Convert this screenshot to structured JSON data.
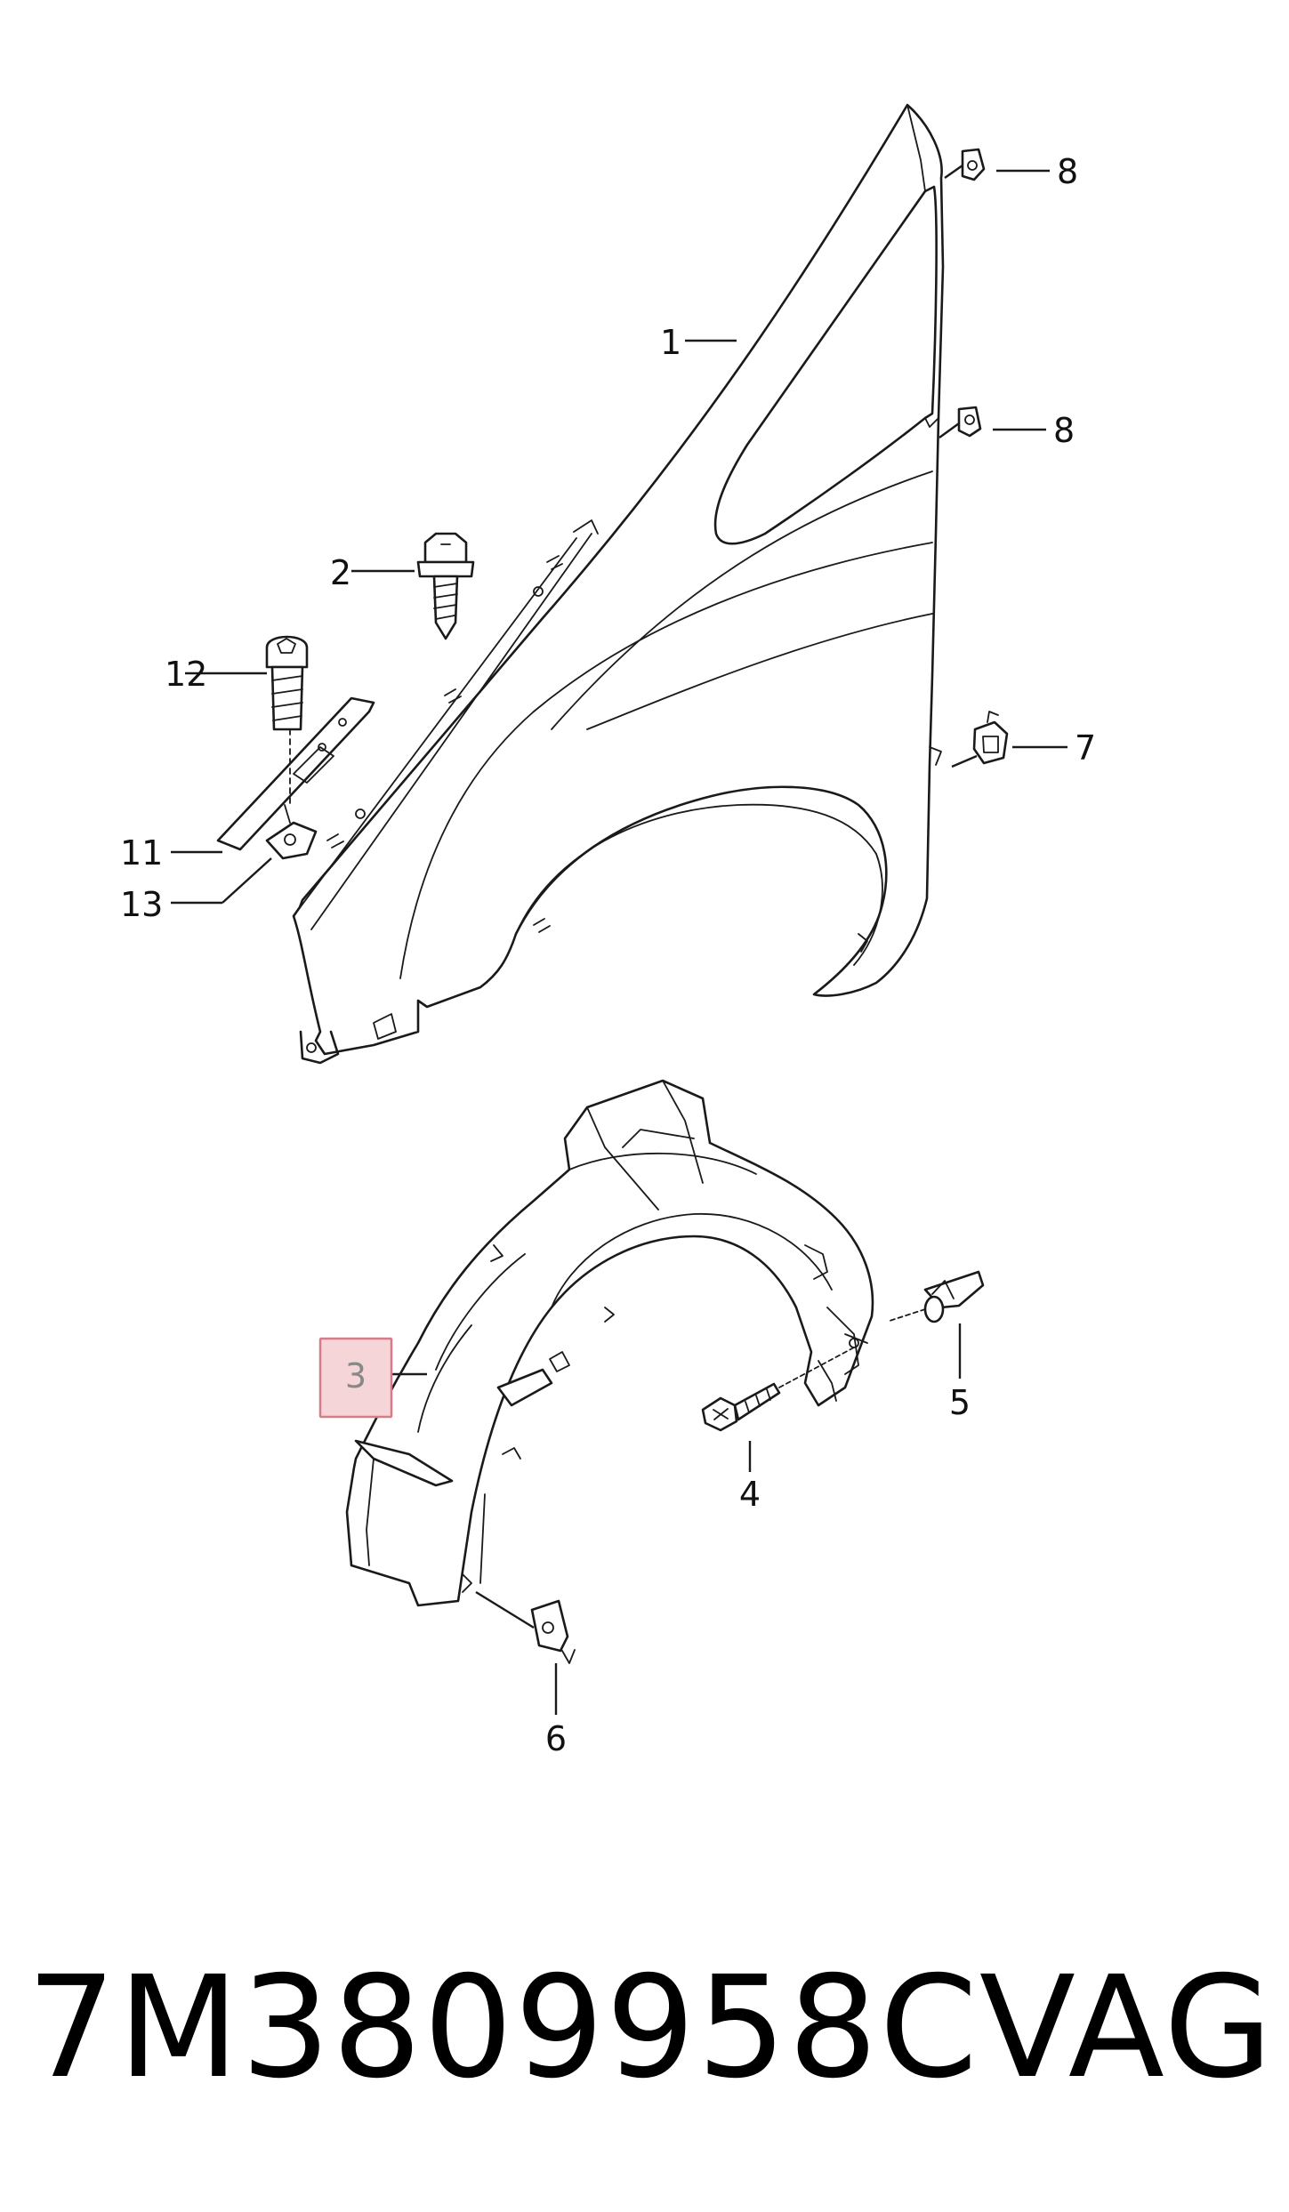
{
  "diagram": {
    "callouts": {
      "c1": "1",
      "c2": "2",
      "c3": "3",
      "c4": "4",
      "c5": "5",
      "c6": "6",
      "c7": "7",
      "c8a": "8",
      "c8b": "8",
      "c11": "11",
      "c12": "12",
      "c13": "13"
    },
    "highlight_color": "#f5d5d8",
    "highlight_border": "#d77b86"
  },
  "footer": {
    "part_number": "7M3809958C",
    "brand": "VAG"
  }
}
